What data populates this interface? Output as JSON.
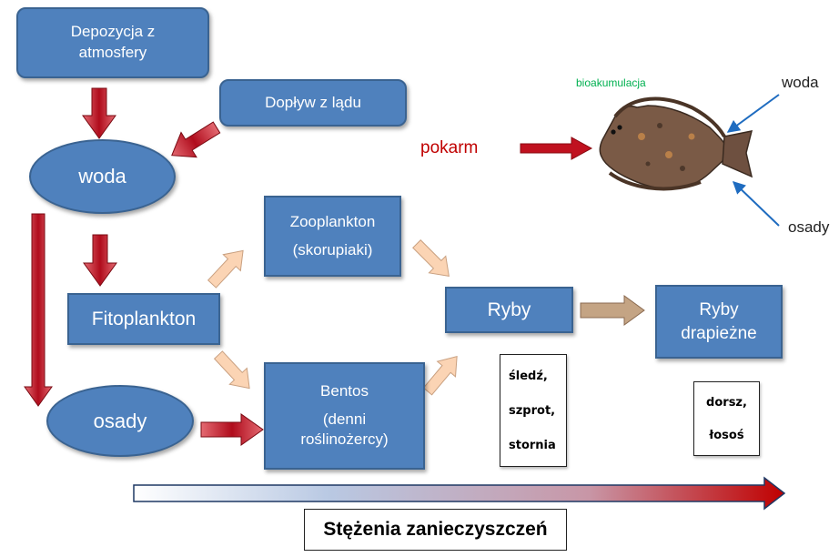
{
  "boxes": {
    "deposition": [
      "Depozycja z",
      "atmosfery"
    ],
    "land_inflow": "Dopływ z lądu",
    "water": "woda",
    "phytoplankton": "Fitoplankton",
    "zooplankton": [
      "Zooplankton",
      "(skorupiaki)"
    ],
    "sediments": "osady",
    "benthos": [
      "Bentos",
      "(denni",
      "roślinożercy)"
    ],
    "fish": "Ryby",
    "predatory_fish": [
      "Ryby",
      "drapieżne"
    ]
  },
  "fish_examples": [
    "śledź,",
    "szprot,",
    "stornia"
  ],
  "predator_examples": [
    "dorsz,",
    "łosoś"
  ],
  "bioaccumulation_panel": {
    "title": "bioakumulacja",
    "food": "pokarm",
    "water": "woda",
    "sediments": "osady"
  },
  "gradient_label": "Stężenia zanieczyszczeń",
  "colors": {
    "box_fill": "#4f81bd",
    "input_arrow": "#c0111f",
    "trophic_arrow": "#fbd4b4",
    "fish_arrow": "#c4a484",
    "title_green": "#00b050"
  }
}
